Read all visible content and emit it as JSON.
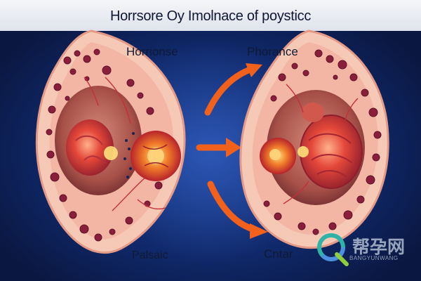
{
  "title": "Horrsore Oy Imolnacе of poysticc",
  "labels": {
    "top_left": "Horrionse",
    "top_right": "Phorance",
    "bottom_left": "Palsaic",
    "bottom_right": "Cntar"
  },
  "watermark": {
    "text": "帮孕网",
    "subtext": "BANGYUNWANG"
  },
  "colors": {
    "background": "#0b1b4a",
    "title_band": "#e9ebf1",
    "arrow": "#f2611c",
    "tissue": "#f6c9b6",
    "cell": "#8a1f3c",
    "tumor": "#e5483a"
  }
}
